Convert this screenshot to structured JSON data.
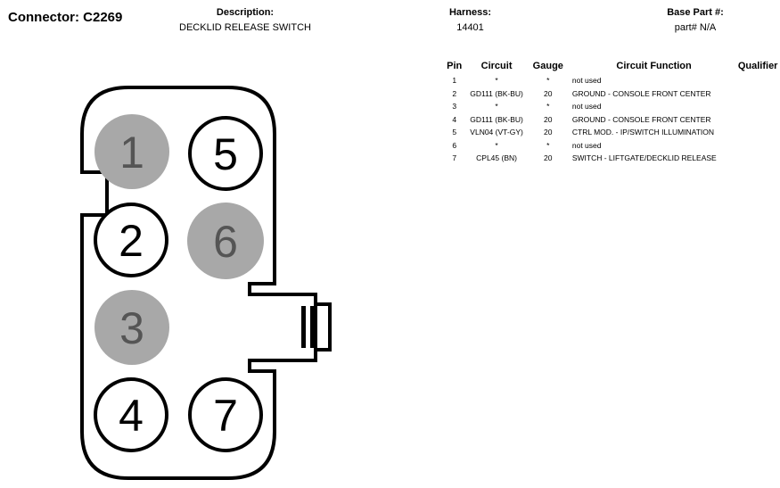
{
  "header": {
    "connector_title": "Connector: C2269",
    "description_label": "Description:",
    "description_value": "DECKLID RELEASE SWITCH",
    "harness_label": "Harness:",
    "harness_value": "14401",
    "base_part_label": "Base Part #:",
    "base_part_value": "part# N/A"
  },
  "table": {
    "headers": {
      "pin": "Pin",
      "circuit": "Circuit",
      "gauge": "Gauge",
      "function": "Circuit Function",
      "qualifier": "Qualifier"
    },
    "rows": [
      {
        "pin": "1",
        "circuit": "*",
        "gauge": "*",
        "function": "not used",
        "qualifier": ""
      },
      {
        "pin": "2",
        "circuit": "GD111 (BK-BU)",
        "gauge": "20",
        "function": "GROUND - CONSOLE FRONT CENTER",
        "qualifier": ""
      },
      {
        "pin": "3",
        "circuit": "*",
        "gauge": "*",
        "function": "not used",
        "qualifier": ""
      },
      {
        "pin": "4",
        "circuit": "GD111 (BK-BU)",
        "gauge": "20",
        "function": "GROUND - CONSOLE FRONT CENTER",
        "qualifier": ""
      },
      {
        "pin": "5",
        "circuit": "VLN04 (VT-GY)",
        "gauge": "20",
        "function": "CTRL MOD. - IP/SWITCH ILLUMINATION",
        "qualifier": ""
      },
      {
        "pin": "6",
        "circuit": "*",
        "gauge": "*",
        "function": "not used",
        "qualifier": ""
      },
      {
        "pin": "7",
        "circuit": "CPL45 (BN)",
        "gauge": "20",
        "function": "SWITCH - LIFTGATE/DECKLID RELEASE",
        "qualifier": ""
      }
    ]
  },
  "connector_face": {
    "cavities": [
      {
        "number": "1",
        "used": false
      },
      {
        "number": "2",
        "used": true
      },
      {
        "number": "3",
        "used": false
      },
      {
        "number": "4",
        "used": true
      },
      {
        "number": "5",
        "used": true
      },
      {
        "number": "6",
        "used": false
      },
      {
        "number": "7",
        "used": true
      }
    ],
    "colors": {
      "outline": "#000000",
      "unused_fill": "#a8a8a8",
      "unused_text": "#555555",
      "used_fill": "#ffffff",
      "used_text": "#000000"
    }
  }
}
